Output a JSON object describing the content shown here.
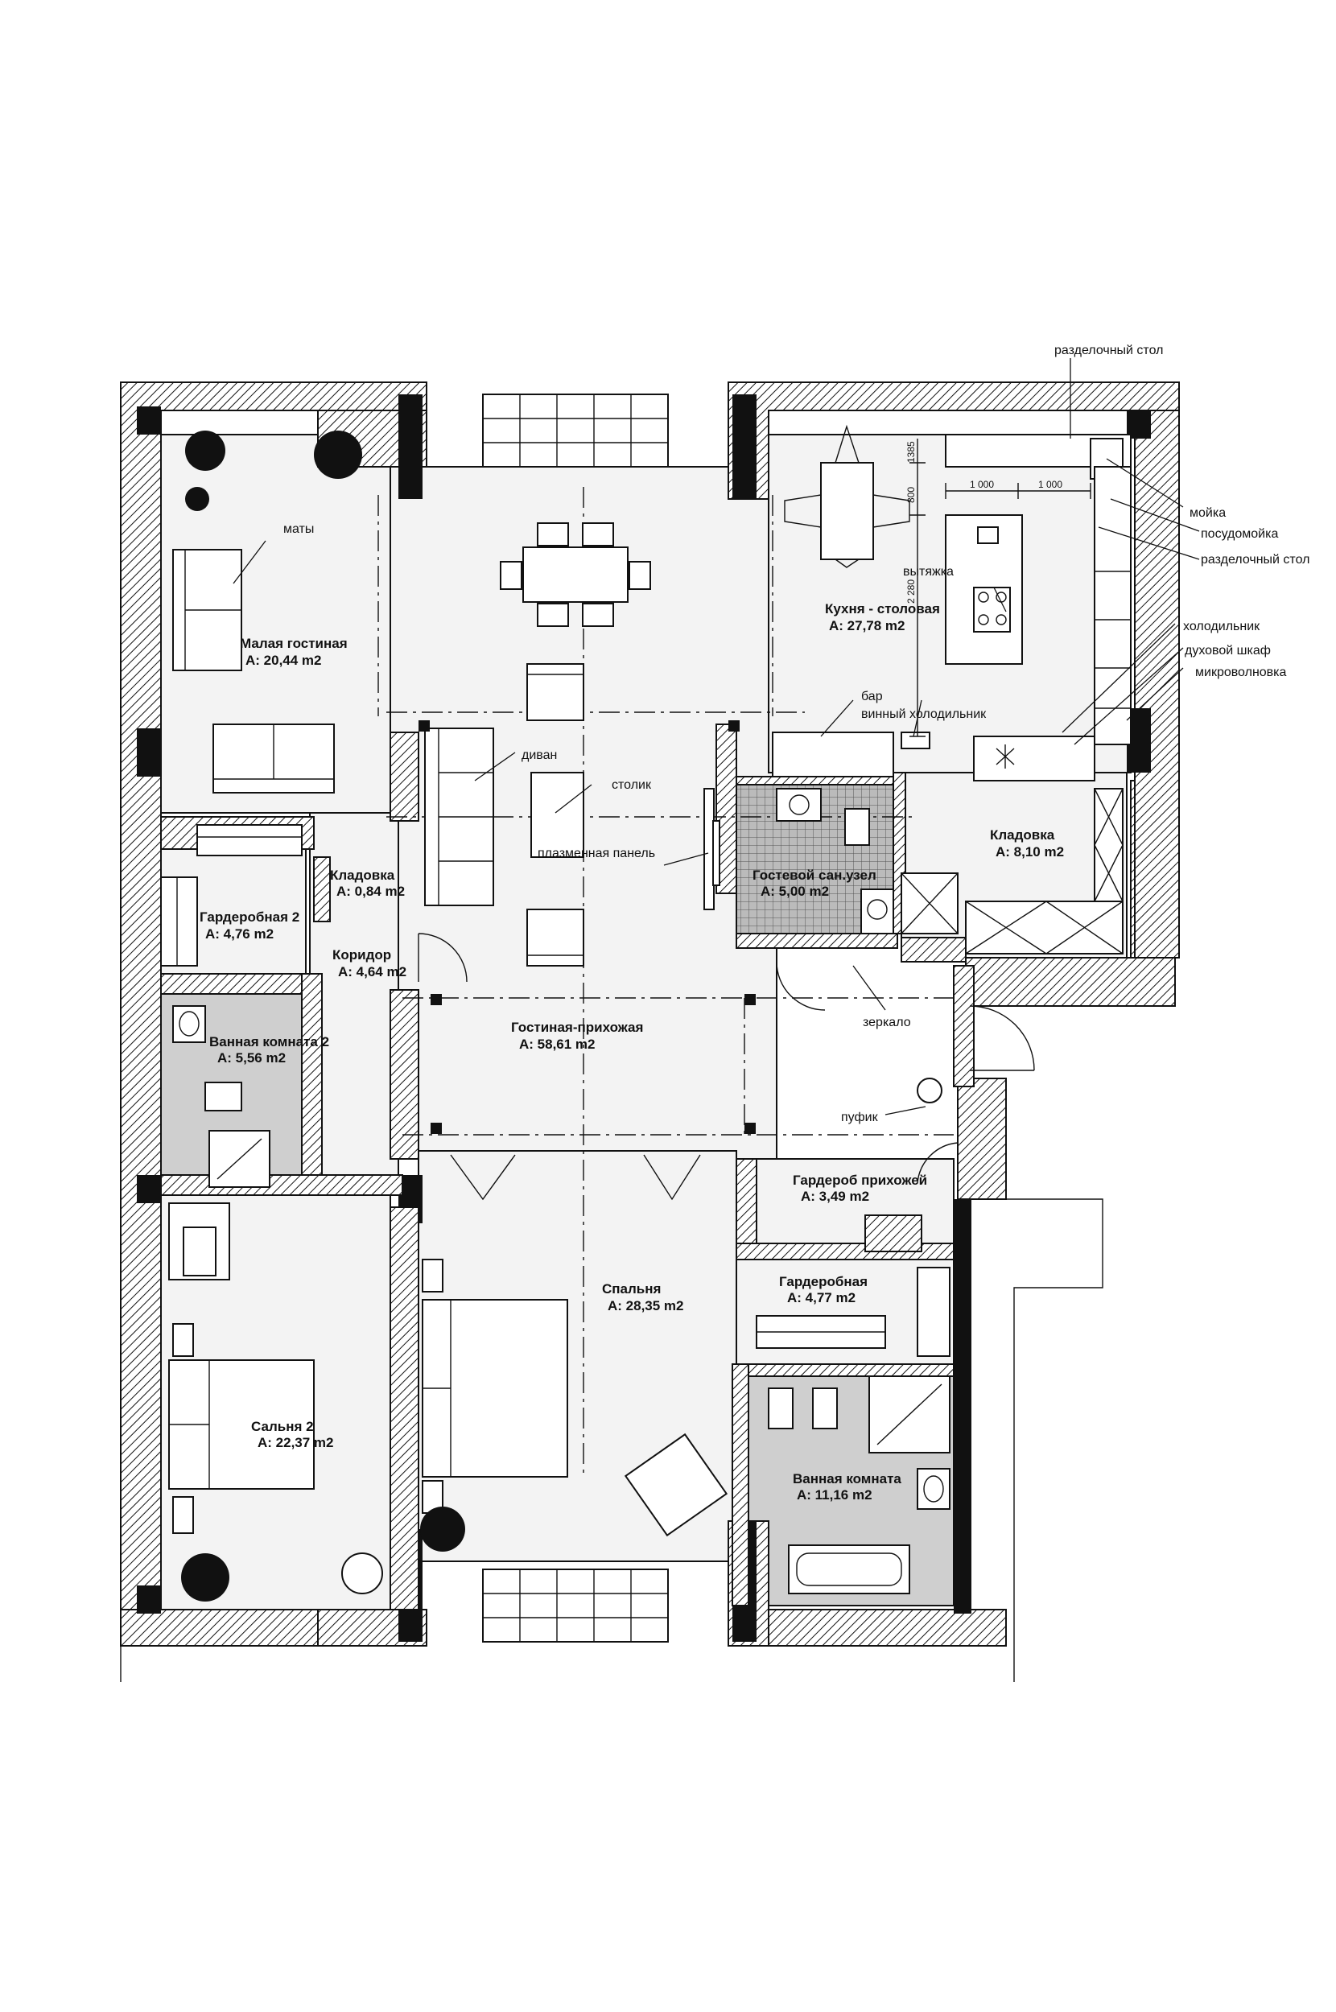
{
  "rooms": {
    "small_living": {
      "name": "Малая гостиная",
      "area": "A: 20,44 m2"
    },
    "kitchen": {
      "name": "Кухня - столовая",
      "area": "A: 27,78 m2"
    },
    "pantry_small": {
      "name": "Кладовка",
      "area": "A: 0,84 m2"
    },
    "wardrobe2": {
      "name": "Гардеробная 2",
      "area": "A: 4,76 m2"
    },
    "corridor": {
      "name": "Коридор",
      "area": "A: 4,64 m2"
    },
    "pantry": {
      "name": "Кладовка",
      "area": "A: 8,10 m2"
    },
    "guest_wc": {
      "name": "Гостевой сан.узел",
      "area": "A: 5,00 m2"
    },
    "living_hall": {
      "name": "Гостиная-прихожая",
      "area": "A: 58,61 m2"
    },
    "bath2": {
      "name": "Ванная комната 2",
      "area": "A: 5,56 m2"
    },
    "hall_wardrobe": {
      "name": "Гардероб прихожей",
      "area": "A: 3,49 m2"
    },
    "wardrobe": {
      "name": "Гардеробная",
      "area": "A: 4,77 m2"
    },
    "bedroom": {
      "name": "Спальня",
      "area": "A: 28,35 m2"
    },
    "bedroom2": {
      "name": "Сальня 2",
      "area": "A: 22,37 m2"
    },
    "bath": {
      "name": "Ванная комната",
      "area": "A: 11,16 m2"
    }
  },
  "callouts": {
    "cutting_table_top": "разделочный стол",
    "sink": "мойка",
    "dishwasher": "посудомойка",
    "cutting_table": "разделочный стол",
    "hood": "вытяжка",
    "fridge": "холодильник",
    "oven": "духовой шкаф",
    "microwave": "микроволновка",
    "bar": "бар",
    "wine_fridge": "винный холодильник",
    "mats": "маты",
    "sofa": "диван",
    "coffee_table": "столик",
    "plasma": "плазменная панель",
    "mirror": "зеркало",
    "pouf": "пуфик"
  },
  "dimensions": {
    "d1000a": "1 000",
    "d1000b": "1 000",
    "d1385": "1385",
    "d800": "800",
    "d2280": "2 280"
  },
  "colors": {
    "wall_hatch": "#111111",
    "floor": "#f3f3f3",
    "wet_zone": "#cfcfcf"
  }
}
